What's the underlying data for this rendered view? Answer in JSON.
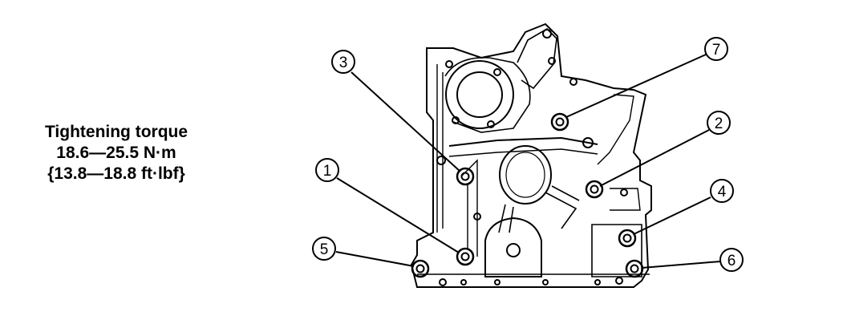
{
  "torque": {
    "heading": "Tightening torque",
    "metric": "18.6—25.5 N·m",
    "imperial": "{13.8—18.8 ft·lbf}"
  },
  "callouts": [
    {
      "label": "1"
    },
    {
      "label": "2"
    },
    {
      "label": "3"
    },
    {
      "label": "4"
    },
    {
      "label": "5"
    },
    {
      "label": "6"
    },
    {
      "label": "7"
    }
  ],
  "colors": {
    "ink": "#000000",
    "paper": "#ffffff"
  }
}
